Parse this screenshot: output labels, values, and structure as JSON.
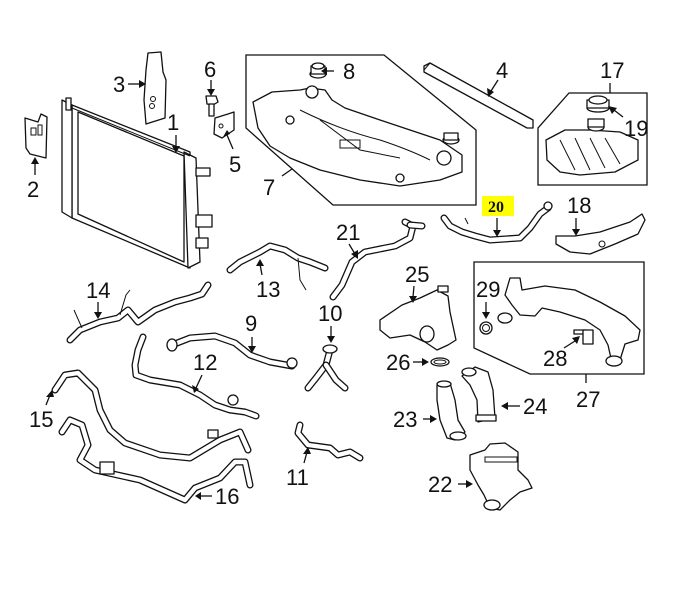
{
  "diagram": {
    "title": "Cooling system components",
    "highlighted_part": "20",
    "highlight_color": "#ffff00",
    "callouts": [
      {
        "id": "1",
        "label": "1"
      },
      {
        "id": "2",
        "label": "2"
      },
      {
        "id": "3",
        "label": "3"
      },
      {
        "id": "4",
        "label": "4"
      },
      {
        "id": "5",
        "label": "5"
      },
      {
        "id": "6",
        "label": "6"
      },
      {
        "id": "7",
        "label": "7"
      },
      {
        "id": "8",
        "label": "8"
      },
      {
        "id": "9",
        "label": "9"
      },
      {
        "id": "10",
        "label": "10"
      },
      {
        "id": "11",
        "label": "11"
      },
      {
        "id": "12",
        "label": "12"
      },
      {
        "id": "13",
        "label": "13"
      },
      {
        "id": "14",
        "label": "14"
      },
      {
        "id": "15",
        "label": "15"
      },
      {
        "id": "16",
        "label": "16"
      },
      {
        "id": "17",
        "label": "17"
      },
      {
        "id": "18",
        "label": "18"
      },
      {
        "id": "19",
        "label": "19"
      },
      {
        "id": "20",
        "label": "20"
      },
      {
        "id": "21",
        "label": "21"
      },
      {
        "id": "22",
        "label": "22"
      },
      {
        "id": "23",
        "label": "23"
      },
      {
        "id": "24",
        "label": "24"
      },
      {
        "id": "25",
        "label": "25"
      },
      {
        "id": "26",
        "label": "26"
      },
      {
        "id": "27",
        "label": "27"
      },
      {
        "id": "28",
        "label": "28"
      },
      {
        "id": "29",
        "label": "29"
      }
    ]
  }
}
